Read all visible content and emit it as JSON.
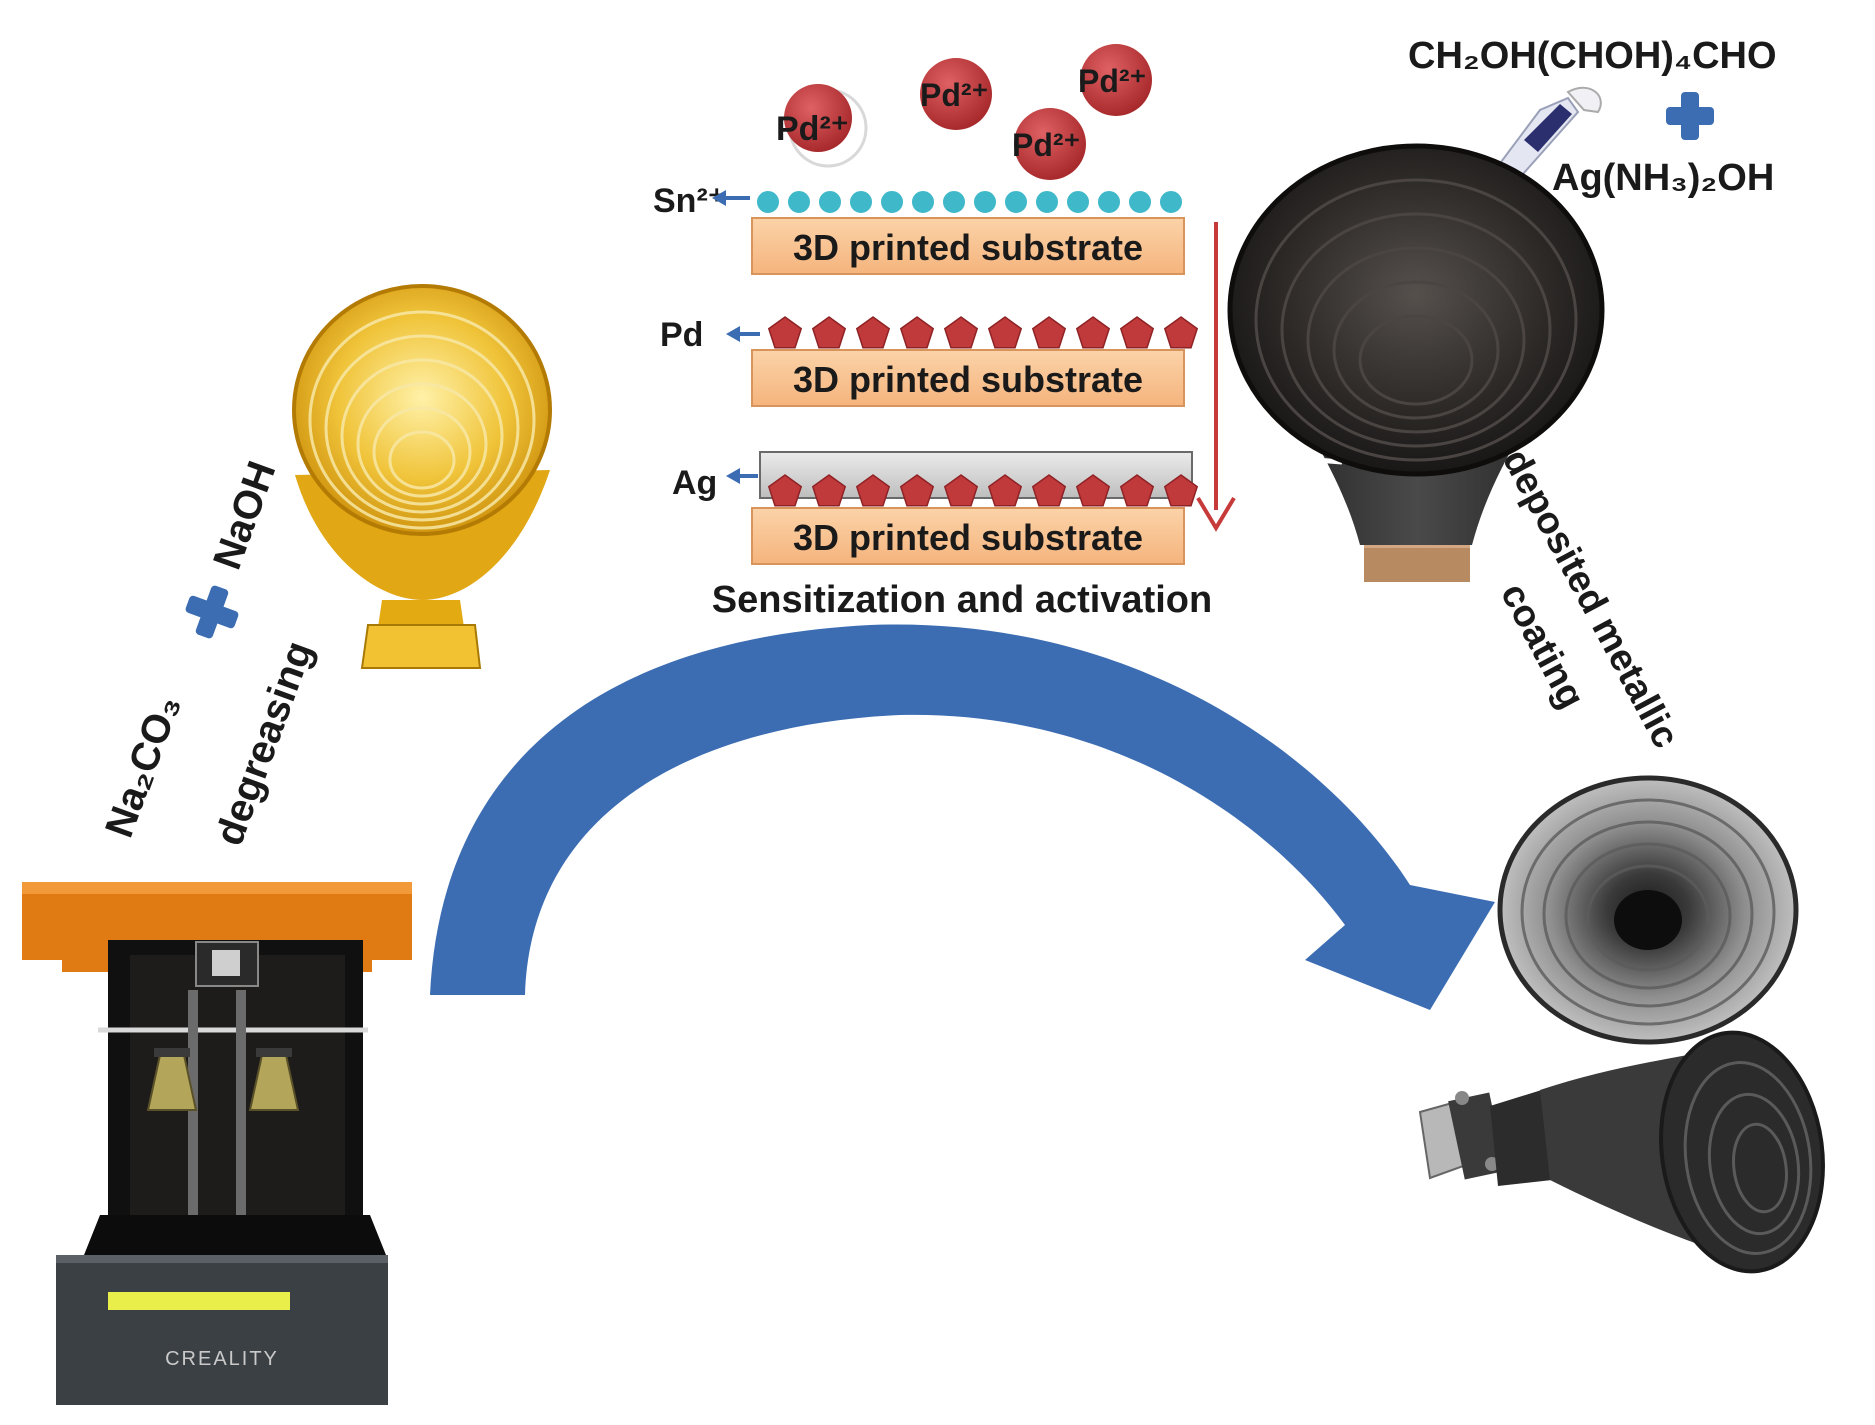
{
  "labels": {
    "glucose": "CH₂OH(CHOH)₄CHO",
    "silver_ammonia": "Ag(NH₃)₂OH",
    "na2co3": "Na₂CO₃",
    "naoh": "NaOH",
    "degreasing": "degreasing",
    "coating_line1": "deposited metallic",
    "coating_line2": "coating",
    "printer_brand": "CREALITY",
    "sensitization": "Sensitization and activation"
  },
  "layers": [
    {
      "ion": "Sn²⁺",
      "substrate": "3D printed substrate"
    },
    {
      "ion": "Pd",
      "substrate": "3D printed substrate"
    },
    {
      "ion": "Ag",
      "substrate": "3D printed substrate"
    }
  ],
  "pd_ions": [
    "Pd²⁺",
    "Pd²⁺",
    "Pd²⁺",
    "Pd²⁺"
  ],
  "colors": {
    "arrow_blue": "#3c6db3",
    "substrate_fill": "#f9c99a",
    "pd_red": "#c0393b",
    "sn_cyan": "#3fb8c9",
    "process_arrow": "#c73a3a",
    "horn_yellow": "#e8b31e",
    "printer_orange": "#e07a12"
  }
}
